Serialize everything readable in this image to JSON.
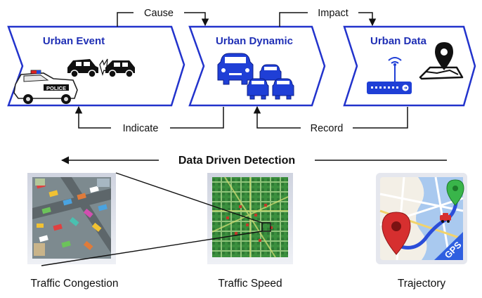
{
  "diagram": {
    "nodes": {
      "urban_event": {
        "title": "Urban Event"
      },
      "urban_dynamic": {
        "title": "Urban Dynamic"
      },
      "urban_data": {
        "title": "Urban Data"
      }
    },
    "edges": {
      "cause": "Cause",
      "impact": "Impact",
      "indicate": "Indicate",
      "record": "Record"
    },
    "detection_label": "Data Driven Detection",
    "images": {
      "congestion": {
        "caption": "Traffic Congestion"
      },
      "speed": {
        "caption": "Traffic Speed"
      },
      "trajectory": {
        "caption": "Trajectory",
        "badge": "GPS"
      }
    },
    "police_text": "POLICE"
  },
  "colors": {
    "chevron_stroke": "#2233cc",
    "title": "#1f2fb5",
    "arrow": "#111111"
  }
}
